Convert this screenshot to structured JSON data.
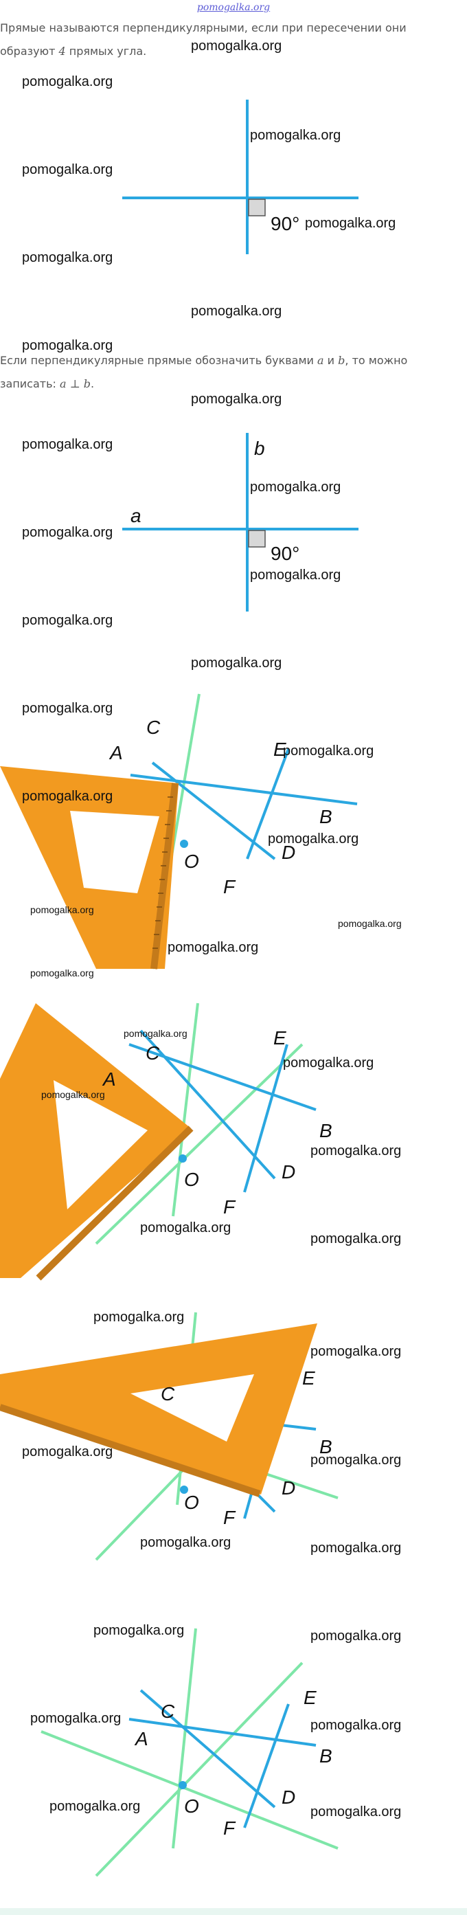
{
  "header": {
    "site_link": "pomogalka.org"
  },
  "paragraph1": {
    "line1": "Прямые называются перпендикулярными, если при пересечении они",
    "line2_prefix": "образуют ",
    "line2_num": "4",
    "line2_suffix": " прямых угла."
  },
  "paragraph2": {
    "line1_prefix": "Если перпендикулярные прямые обозначить буквами ",
    "var_a": "a",
    "and": " и ",
    "var_b": "b",
    "line1_suffix": ", то можно",
    "line2_prefix": "записать: ",
    "expr": "a ⊥ b",
    "line2_suffix": "."
  },
  "watermark": "pomogalka.org",
  "figure1": {
    "angle_label": "90°"
  },
  "figure2": {
    "angle_label": "90°",
    "line_a": "a",
    "line_b": "b"
  },
  "figure_labels": {
    "A": "A",
    "B": "B",
    "C": "C",
    "D": "D",
    "E": "E",
    "F": "F",
    "O": "O"
  },
  "colors": {
    "line_blue": "#2aa7e0",
    "line_green": "#7ee6a8",
    "triangle_orange": "#f29a20",
    "ruler_brown": "#c47a1a"
  }
}
